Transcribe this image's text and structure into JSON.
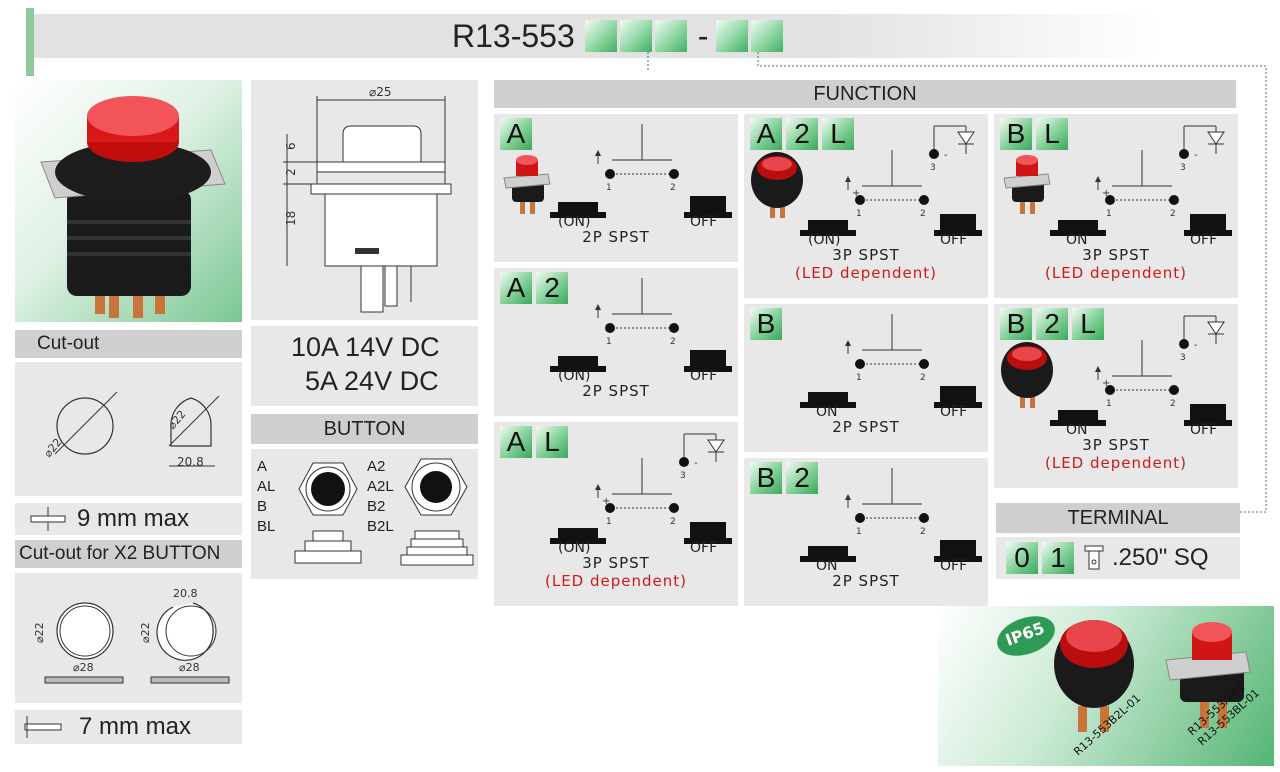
{
  "title": {
    "model": "R13-553",
    "dash": "-"
  },
  "function_header": "FUNCTION",
  "cutout": {
    "header": "Cut-out",
    "dia": "⌀22",
    "dia2": "⌀22",
    "width": "20.8",
    "thickness": "9 mm max"
  },
  "cutout_x2": {
    "header": "Cut-out for X2 BUTTON",
    "dia_a": "⌀22",
    "dia_b": "⌀22",
    "outer_a": "⌀28",
    "outer_b": "⌀28",
    "width": "20.8",
    "thickness": "7 mm max"
  },
  "dimensions": {
    "dia": "⌀25",
    "h1": "6",
    "h2": "2",
    "h3": "18"
  },
  "ratings": {
    "line1": "10A 14V DC",
    "line2": "5A 24V DC"
  },
  "button": {
    "header": "BUTTON",
    "left": [
      "A",
      "AL",
      "B",
      "BL"
    ],
    "right": [
      "A2",
      "A2L",
      "B2",
      "B2L"
    ]
  },
  "functions": [
    {
      "code": [
        "A"
      ],
      "left": "(ON)",
      "right": "OFF",
      "type": "2P SPST",
      "led": ""
    },
    {
      "code": [
        "A",
        "2"
      ],
      "left": "(ON)",
      "right": "OFF",
      "type": "2P SPST",
      "led": ""
    },
    {
      "code": [
        "A",
        "L"
      ],
      "left": "(ON)",
      "right": "OFF",
      "type": "3P SPST",
      "led": "(LED dependent)"
    },
    {
      "code": [
        "A",
        "2",
        "L"
      ],
      "left": "(ON)",
      "right": "OFF",
      "type": "3P SPST",
      "led": "(LED dependent)"
    },
    {
      "code": [
        "B"
      ],
      "left": "ON",
      "right": "OFF",
      "type": "2P SPST",
      "led": ""
    },
    {
      "code": [
        "B",
        "2"
      ],
      "left": "ON",
      "right": "OFF",
      "type": "2P SPST",
      "led": ""
    },
    {
      "code": [
        "B",
        "L"
      ],
      "left": "ON",
      "right": "OFF",
      "type": "3P SPST",
      "led": "(LED dependent)"
    },
    {
      "code": [
        "B",
        "2",
        "L"
      ],
      "left": "ON",
      "right": "OFF",
      "type": "3P SPST",
      "led": "(LED dependent)"
    }
  ],
  "terminal": {
    "header": "TERMINAL",
    "code": [
      "0",
      "1"
    ],
    "spec": ".250\" SQ"
  },
  "products": {
    "badge": "IP65",
    "p1": "R13-553B2L-01",
    "p2a": "R13-553A-01",
    "p2b": "R13-553BL-01"
  },
  "pins": {
    "p1": "1",
    "p2": "2",
    "p3": "3",
    "minus": "-",
    "plus": "+"
  },
  "colors": {
    "accent_green": "#3aa85d",
    "header_gray": "#cfcfcf",
    "panel_gray": "#e8e8e8",
    "led_red": "#d01818"
  }
}
